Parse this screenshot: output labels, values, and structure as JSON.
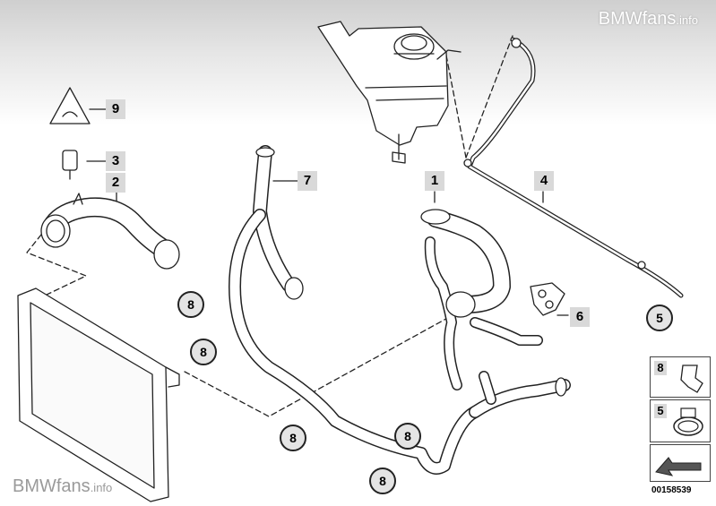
{
  "watermark": {
    "brand": "BMWfans",
    "suffix": ".info"
  },
  "part_labels": [
    "9",
    "3",
    "2",
    "7",
    "1",
    "4",
    "6",
    "5"
  ],
  "callouts": [
    "8",
    "8",
    "8",
    "8",
    "8",
    "5"
  ],
  "legend": [
    "8",
    "5"
  ],
  "doc_number": "00158539",
  "colors": {
    "line": "#222222",
    "fill": "#ffffff",
    "label_bg": "#d9d9d9",
    "callout_bg": "#e4e4e4"
  }
}
